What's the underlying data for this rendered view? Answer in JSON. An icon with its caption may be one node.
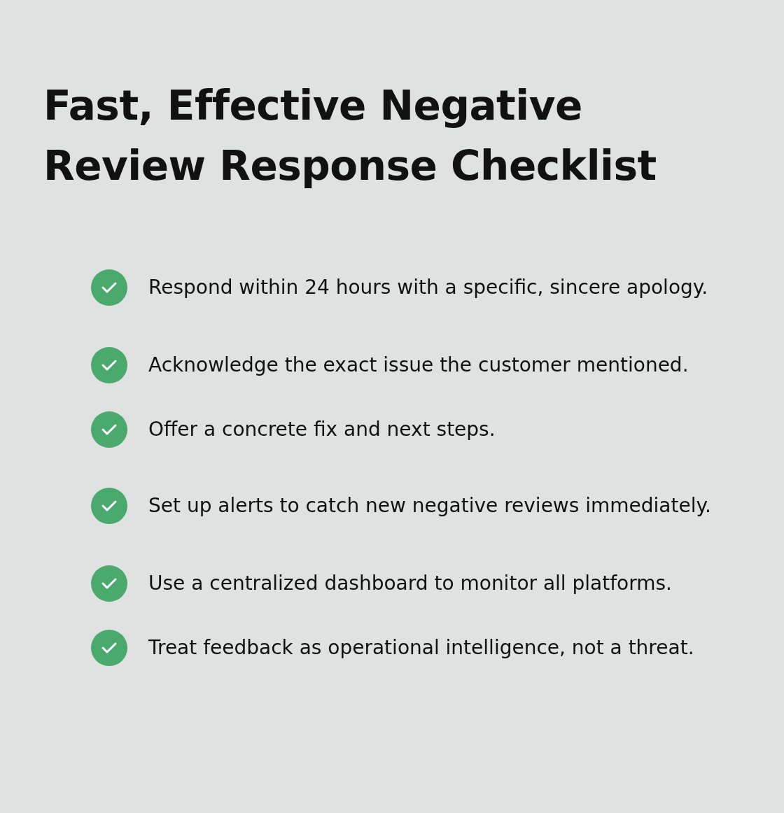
{
  "diagram": {
    "title": "Fast, Effective Negative Review Response Checklist",
    "labels": [
      "Respond within 24 hours with a specific, sincere apology.",
      "Acknowledge the exact issue the customer mentioned.",
      "Offer a concrete fix and next steps.",
      "Set up alerts to catch new negative reviews immediately.",
      "Use a centralized dashboard to monitor all platforms.",
      "Treat feedback as operational intelligence, not a threat."
    ]
  }
}
